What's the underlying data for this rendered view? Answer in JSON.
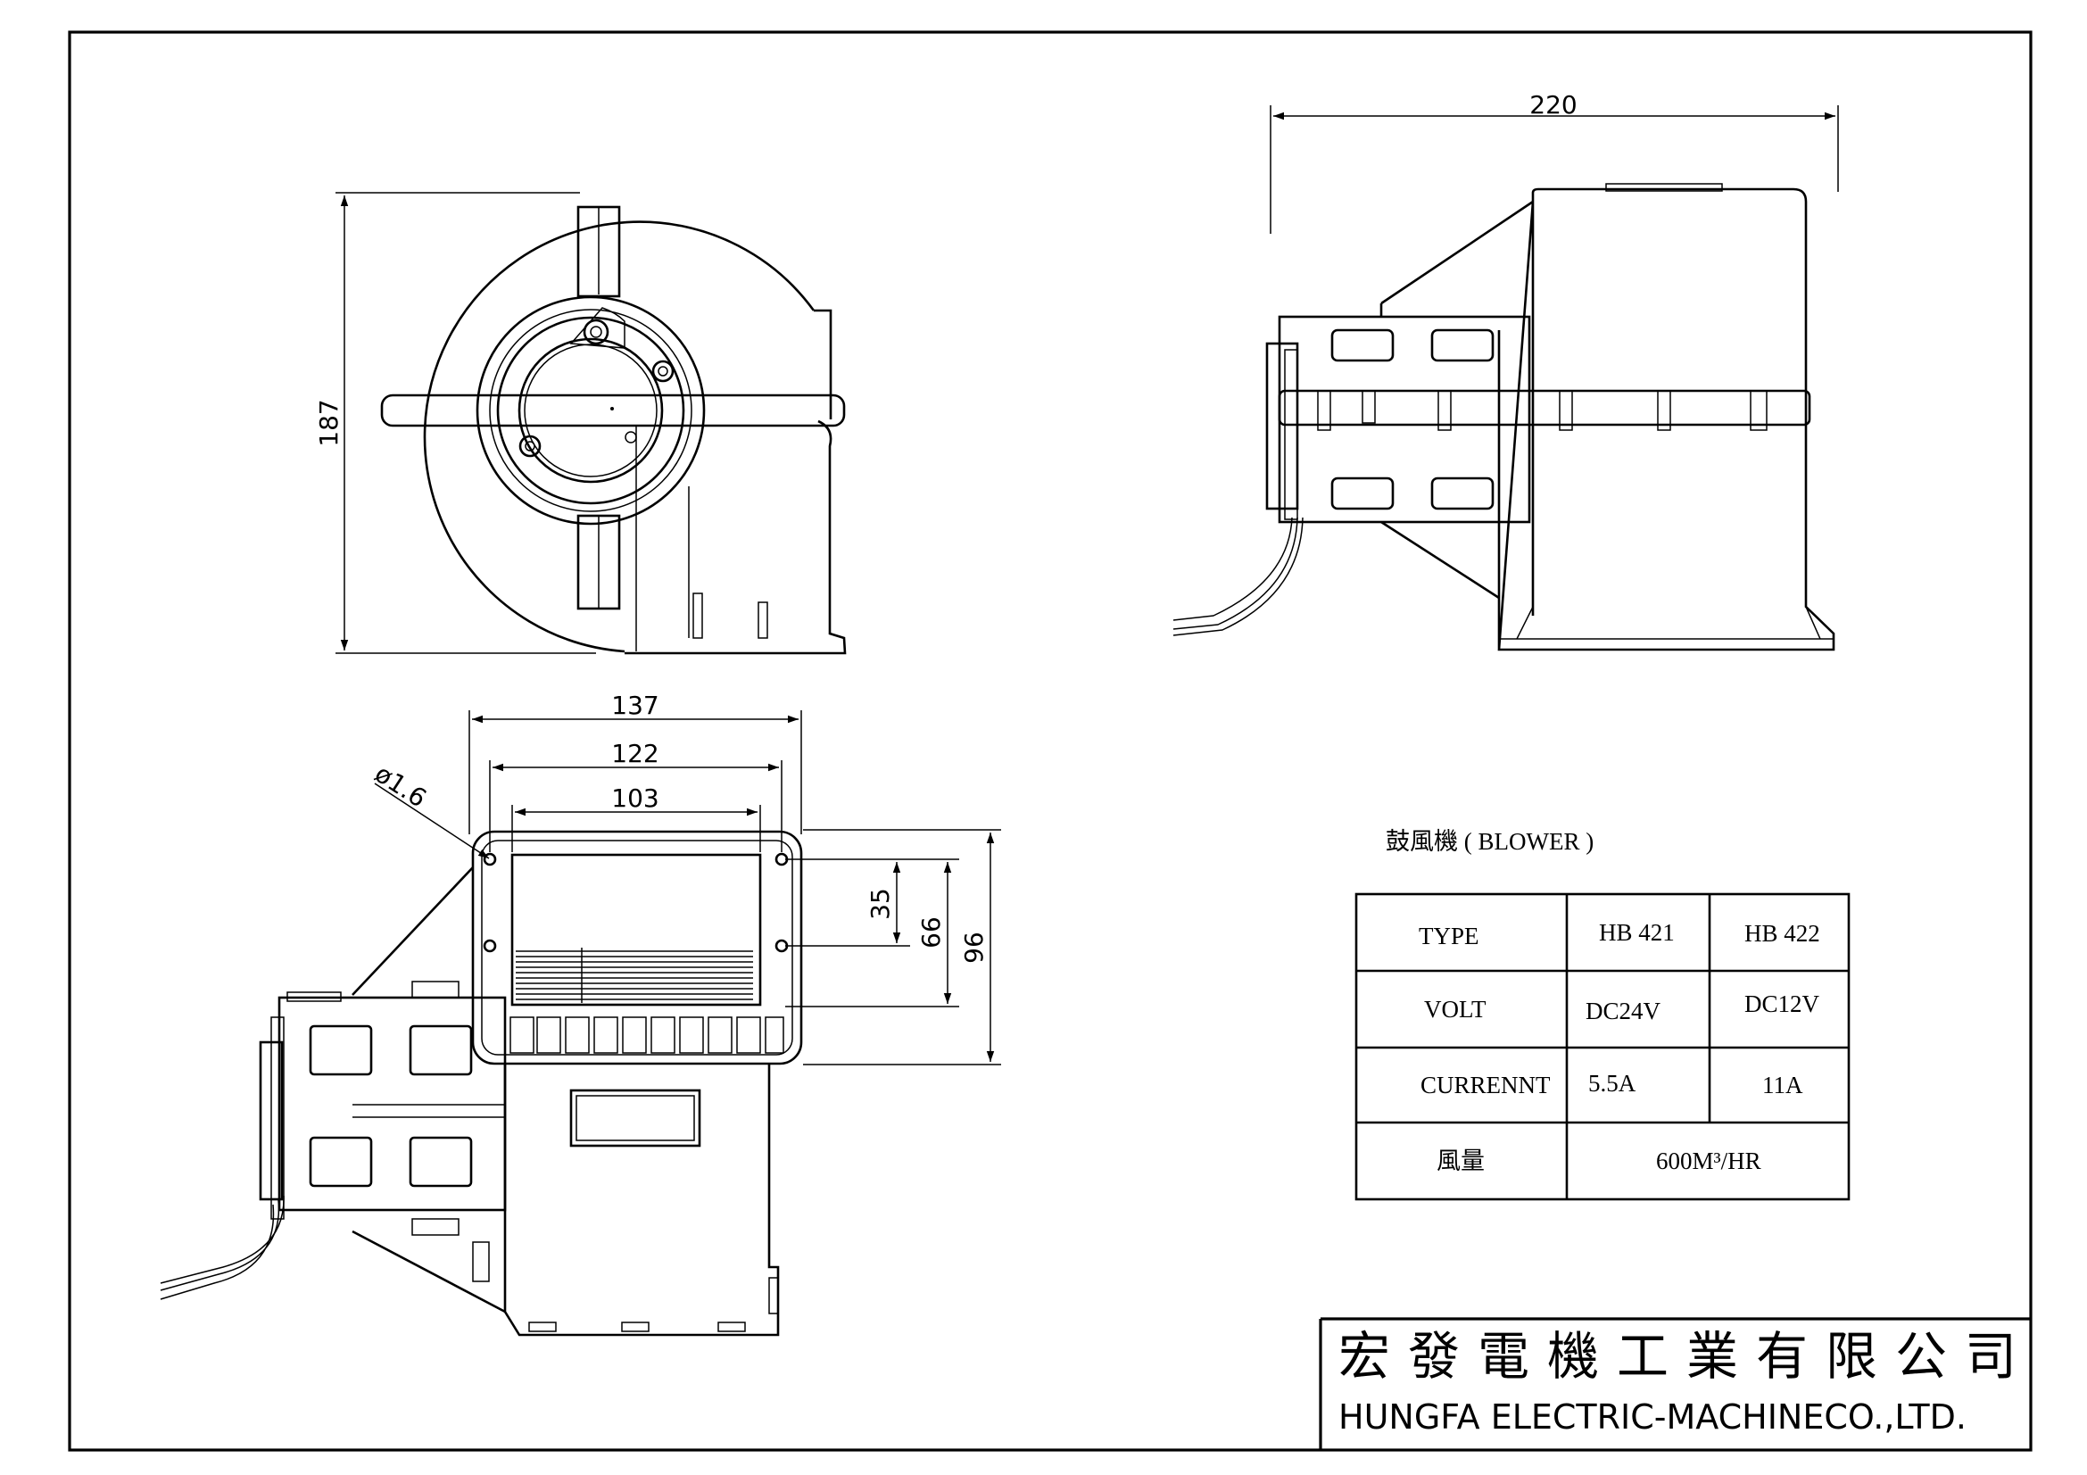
{
  "dimensions": {
    "side_width": "220",
    "front_height": "187",
    "outlet_137": "137",
    "outlet_122": "122",
    "outlet_103": "103",
    "hole_dia": "ø1.6",
    "outlet_35": "35",
    "outlet_66": "66",
    "outlet_96": "96"
  },
  "spec_title": "鼓風機 ( BLOWER )",
  "spec_table": {
    "header": [
      "TYPE",
      "HB 421",
      "HB 422"
    ],
    "rows": [
      [
        "VOLT",
        "DC24V",
        "DC12V"
      ],
      [
        "CURRENNT",
        "5.5A",
        "11A"
      ]
    ],
    "airflow_label": "風量",
    "airflow_value": "600M³/HR"
  },
  "title_block": {
    "company_cn": "宏發電機工業有限公司",
    "company_en": "HUNGFA ELECTRIC-MACHINECO.,LTD."
  }
}
